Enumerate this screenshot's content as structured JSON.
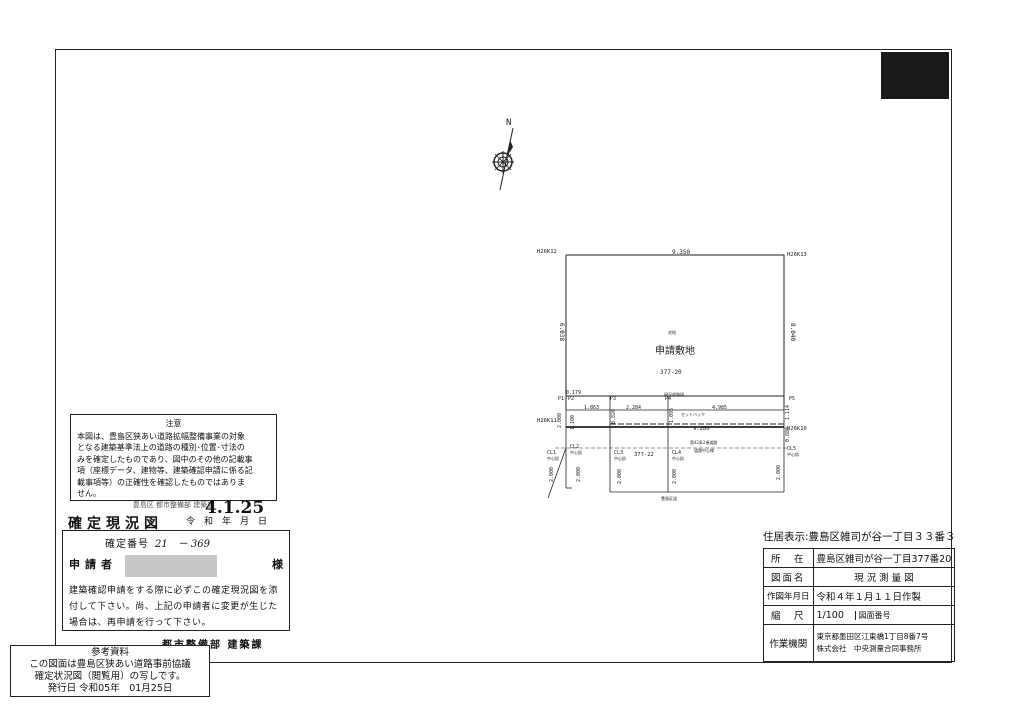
{
  "corner_stamp": {
    "line1": "",
    "line2": ""
  },
  "compass": {
    "north_label": "N"
  },
  "plan": {
    "top_width": "9.350",
    "left_height": "6.038",
    "right_height": "8.040",
    "marks": {
      "tl": "H26K12",
      "tr": "H26K13",
      "ml": "H26K11",
      "mr": "H26K10"
    },
    "site_label": "申請敷地",
    "site_lot": "377-20",
    "site_small": "宅地",
    "points": {
      "p1": "P1",
      "p2": "P2",
      "p3": "P3",
      "p4": "P4",
      "p5": "P5"
    },
    "seg_dims": [
      "0.179",
      "1.863",
      "2.284",
      "4.985"
    ],
    "setback_label": "セットバック",
    "road_label_top": "現況道路境",
    "mid_width": "9.280",
    "v_dims": [
      "2.000",
      "1.100",
      "0.820",
      "1.095",
      "1.114",
      "0.880"
    ],
    "center_label": "道路中心線",
    "lower_dims": [
      "2.000",
      "2.000",
      "2.000",
      "2.000",
      "2.000"
    ],
    "cl_points": {
      "cl1": "CL1",
      "cl2": "CL2",
      "cl3": "CL3",
      "cl4": "CL4",
      "cl5": "CL5"
    },
    "cl_note": "中心鋲",
    "road_lot": "377-22",
    "road_label_mid": "第42条2項道路",
    "road_label_bot": "豊島区道"
  },
  "notice": {
    "title": "注意",
    "lines": [
      "本図は、豊島区狭あい道路拡幅整備事業の対象",
      "となる建築基準法上の道路の種別･位置･寸法の",
      "みを確定したものであり、図中のその他の記載事",
      "項（座標データ、建物等、建築確認申請に係る記",
      "載事項等）の正確性を確認したものではありま",
      "せん。"
    ],
    "signature": "豊島区 都市整備部 建築課"
  },
  "kakutei": {
    "title": "確定現況図",
    "date_prefix": "令和",
    "date_units": [
      "年",
      "月",
      "日"
    ],
    "date_hand": "4.1.25",
    "number_label": "確定番号",
    "number_hand": "21　－ 369",
    "applicant_label": "申請者",
    "applicant_suffix": "様",
    "text": "建築確認申請をする際に必ずこの確定現況図を添付して下さい。尚、上記の申請者に変更が生じた場合は、再申請を行って下さい。",
    "dept": "都市整備部 建築課"
  },
  "reference": {
    "title": "参考資料",
    "line1": "この図面は豊島区狭あい道路事前協議",
    "line2": "確定状況図（閲覧用）の写しです。",
    "line3": "発行日 令和05年　01月25日"
  },
  "info": {
    "address_label": "住居表示:",
    "address_value": "豊島区雑司が谷一丁目３３番３",
    "rows": [
      {
        "label": "所　在",
        "value": "豊島区雑司が谷一丁目377番20"
      },
      {
        "label": "図面名",
        "value": "現 況 測 量 図"
      },
      {
        "label": "作図年月日",
        "value": "令和４年１月１１日作製"
      }
    ],
    "scale_label": "縮　尺",
    "scale_value": "1/100",
    "drawing_no_label": "図面番号",
    "org_label": "作業機関",
    "org_line1": "東京都墨田区江東橋1丁目8番7号",
    "org_line2": "株式会社　中央測量合同事務所"
  }
}
